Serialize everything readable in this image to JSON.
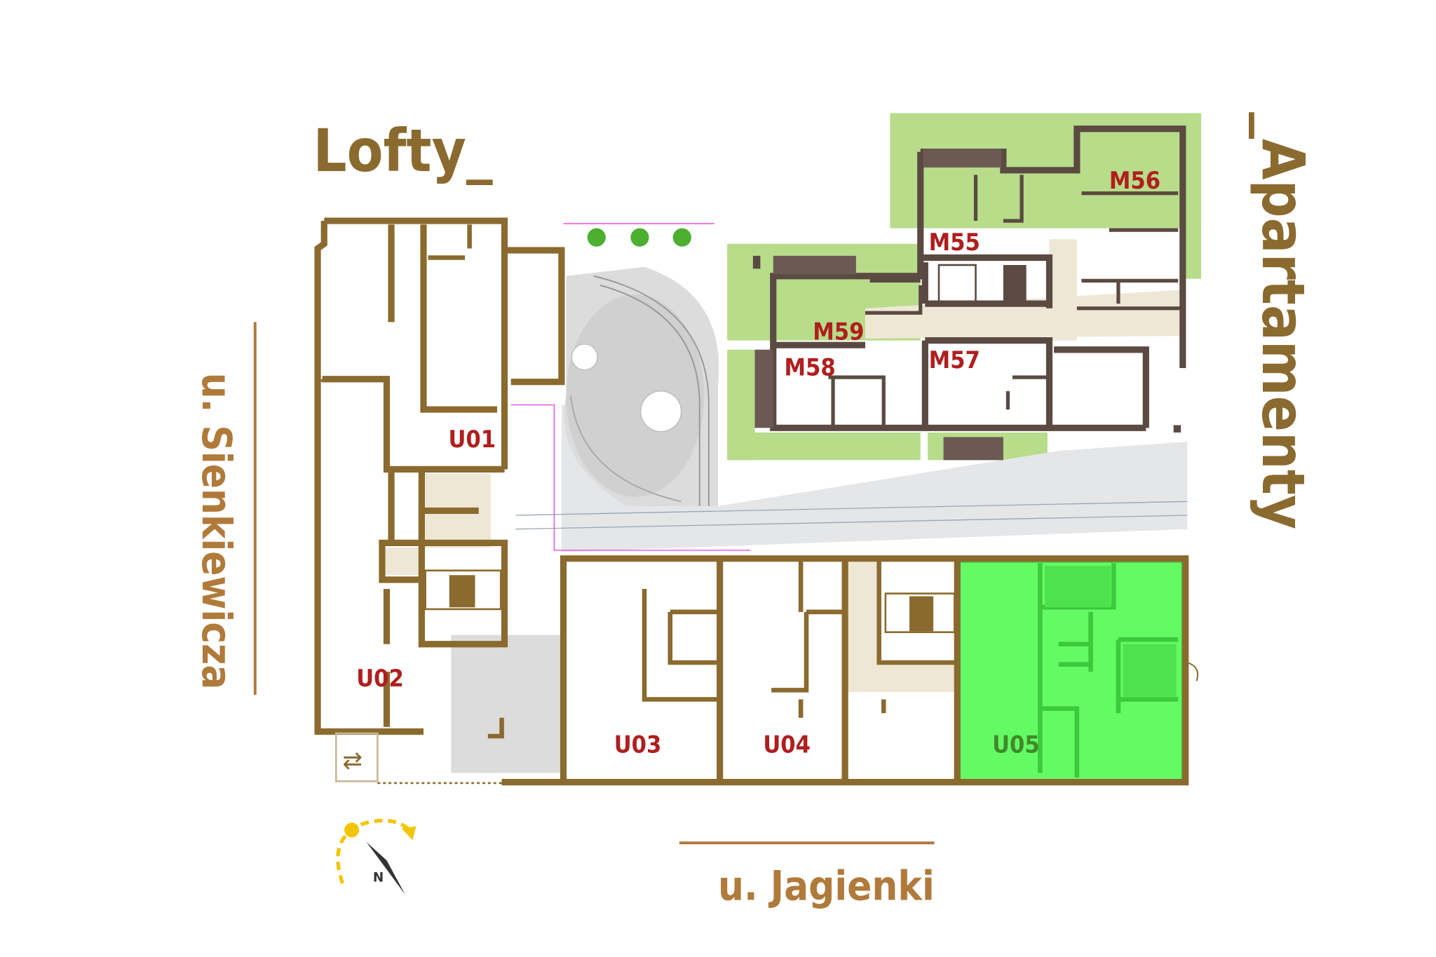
{
  "titles": {
    "lofts": "Lofty_",
    "apartments": "_Apartamenty"
  },
  "streets": {
    "west": "u. Sienkiewicza",
    "south": "u. Jagienki"
  },
  "compass": {
    "north_label": "N"
  },
  "units_lofts": [
    {
      "id": "U01",
      "highlighted": false
    },
    {
      "id": "U02",
      "highlighted": false
    },
    {
      "id": "U03",
      "highlighted": false
    },
    {
      "id": "U04",
      "highlighted": false
    },
    {
      "id": "U05",
      "highlighted": true
    }
  ],
  "units_apartments": [
    "M55",
    "M56",
    "M57",
    "M58",
    "M59"
  ],
  "colors": {
    "wall": "#8a6a2e",
    "unit_label": "#b01e1e",
    "highlight": "#63fa63",
    "lawn": "#b7dc8a",
    "corridor": "#efe7d6",
    "compass": "#f2c500"
  }
}
